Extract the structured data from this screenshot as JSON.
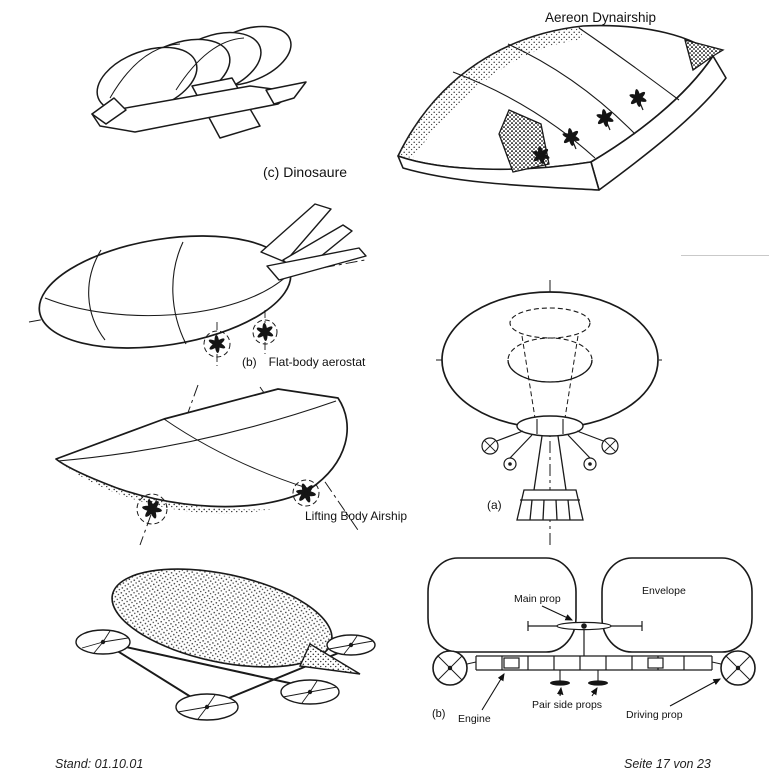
{
  "colors": {
    "ink": "#1a1a1a",
    "paper": "#ffffff"
  },
  "figures": {
    "dinosaure": {
      "caption": "(c) Dinosaure"
    },
    "dynairship": {
      "title": "Aereon Dynairship"
    },
    "flat_body": {
      "caption_label": "(b)",
      "caption_text": "Flat-body aerostat"
    },
    "toroidal": {
      "caption": "(a)"
    },
    "lifting_body": {
      "caption": "Lifting Body Airship"
    },
    "twin_envelope": {
      "caption": "(b)",
      "labels": {
        "main_prop": "Main prop",
        "envelope": "Envelope",
        "engine": "Engine",
        "pair_side_props": "Pair side props",
        "driving_prop": "Driving prop"
      }
    }
  },
  "footer": {
    "left": "Stand: 01.10.01",
    "right": "Seite 17 von 23"
  }
}
